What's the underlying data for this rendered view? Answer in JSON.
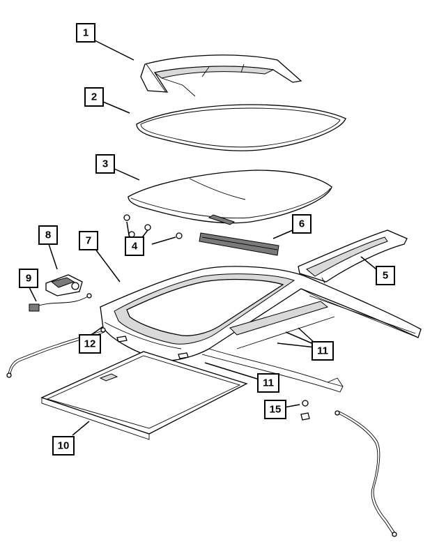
{
  "callouts": {
    "c1": "1",
    "c2": "2",
    "c3": "3",
    "c4": "4",
    "c5": "5",
    "c6": "6",
    "c7": "7",
    "c8": "8",
    "c9": "9",
    "c10": "10",
    "c11a": "11",
    "c11b": "11",
    "c12": "12",
    "c15": "15"
  },
  "colors": {
    "ink": "#000000",
    "paper": "#ffffff",
    "shade": "#d9d9d9"
  }
}
